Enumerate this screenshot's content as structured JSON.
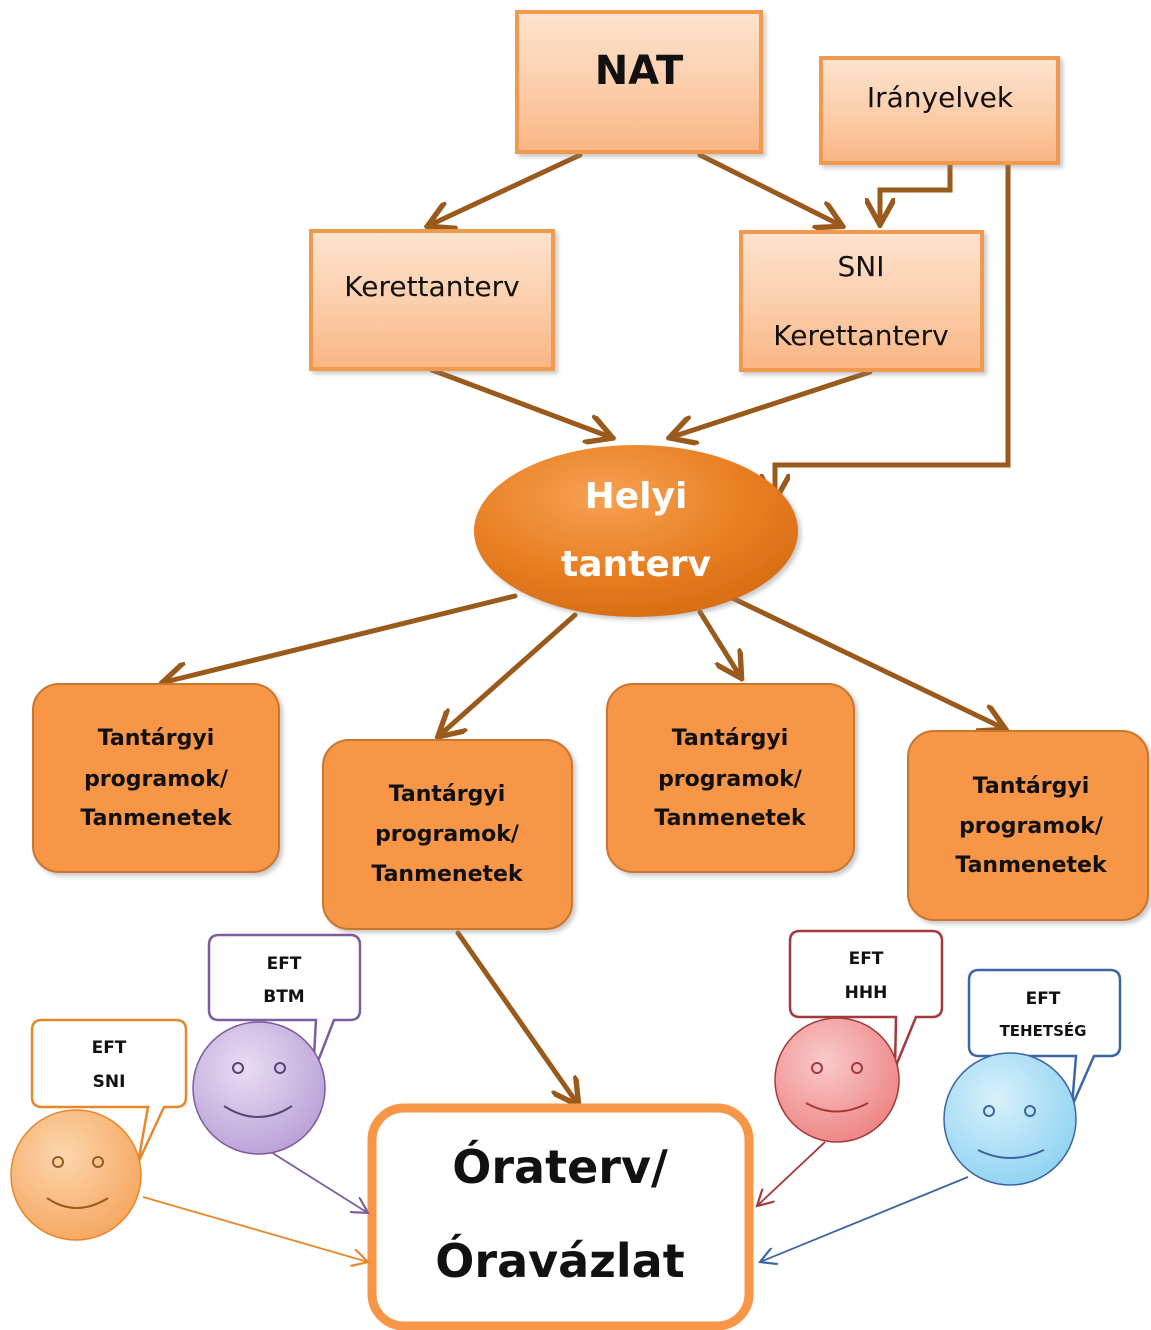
{
  "nodes": {
    "nat": "NAT",
    "iranyelvek": "Irányelvek",
    "kerettanterv": "Kerettanterv",
    "sni_kerettanterv": [
      "SNI",
      "Kerettanterv"
    ],
    "helyi_tanterv": [
      "Helyi",
      "tanterv"
    ],
    "tantargyi": [
      [
        "Tantárgyi",
        "programok/",
        "Tanmenetek"
      ],
      [
        "Tantárgyi",
        "programok/",
        "Tanmenetek"
      ],
      [
        "Tantárgyi",
        "programok/",
        "Tanmenetek"
      ],
      [
        "Tantárgyi",
        "programok/",
        "Tanmenetek"
      ]
    ],
    "oraterv": [
      "Óraterv/",
      "Óravázlat"
    ]
  },
  "bubbles": [
    {
      "lines": [
        "EFT",
        "SNI"
      ],
      "color": "#E8872A"
    },
    {
      "lines": [
        "EFT",
        "BTM"
      ],
      "color": "#7E5C9E"
    },
    {
      "lines": [
        "EFT",
        "HHH"
      ],
      "color": "#A4393B"
    },
    {
      "lines": [
        "EFT",
        "TEHETSÉG"
      ],
      "color": "#3D65A6"
    }
  ],
  "colors": {
    "arrow": "#9A5A1C",
    "box_fill": "#FBC49A",
    "box_stroke": "#F09A4E",
    "program_fill": "#F79646",
    "ellipse_fill": "#E07A1F",
    "oraterv_stroke": "#F79646"
  }
}
